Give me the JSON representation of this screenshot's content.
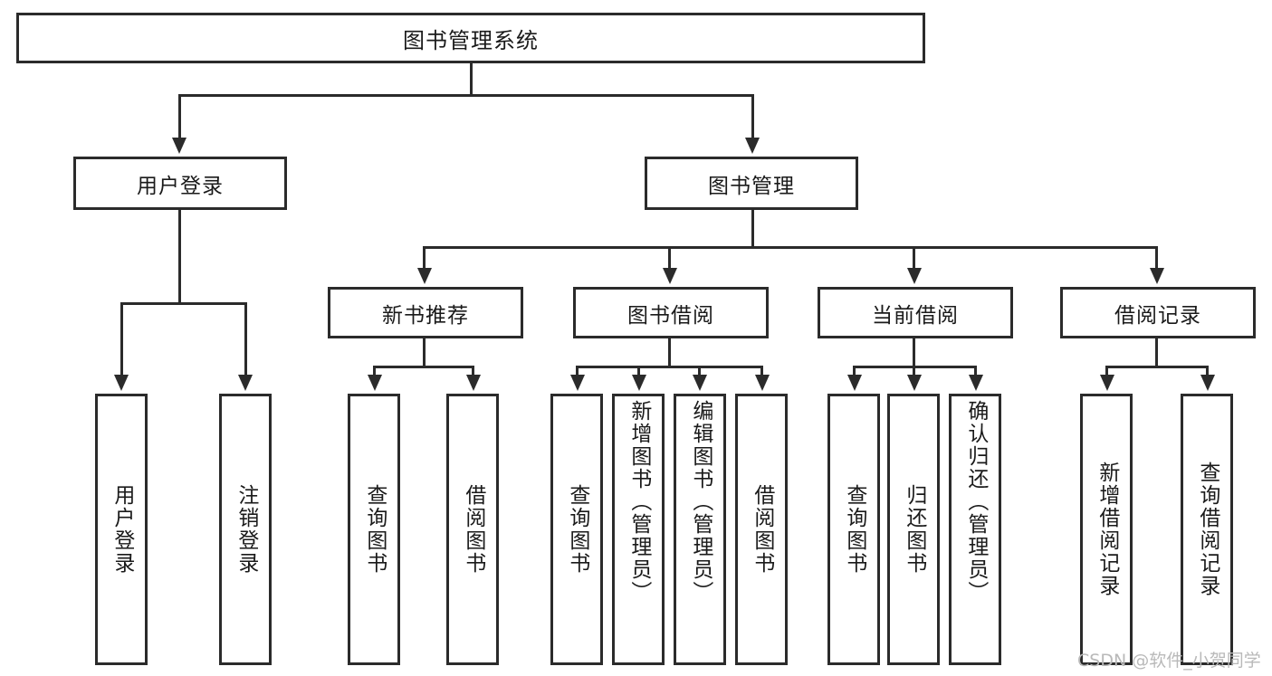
{
  "diagram": {
    "type": "tree-hierarchy",
    "title": "图书管理系统",
    "root": {
      "label": "图书管理系统"
    },
    "level2": [
      {
        "id": "user-login",
        "label": "用户登录"
      },
      {
        "id": "book-management",
        "label": "图书管理"
      }
    ],
    "level3": [
      {
        "id": "new-book-recommend",
        "label": "新书推荐",
        "parent": "book-management"
      },
      {
        "id": "book-borrow",
        "label": "图书借阅",
        "parent": "book-management"
      },
      {
        "id": "current-borrow",
        "label": "当前借阅",
        "parent": "book-management"
      },
      {
        "id": "borrow-record",
        "label": "借阅记录",
        "parent": "book-management"
      }
    ],
    "leaves": [
      {
        "id": "leaf-user-login",
        "label": "用户登录",
        "parent": "user-login"
      },
      {
        "id": "leaf-logout-login",
        "label": "注销登录",
        "parent": "user-login"
      },
      {
        "id": "leaf-query-book-1",
        "label": "查询图书",
        "parent": "new-book-recommend"
      },
      {
        "id": "leaf-borrow-book-1",
        "label": "借阅图书",
        "parent": "new-book-recommend"
      },
      {
        "id": "leaf-query-book-2",
        "label": "查询图书",
        "parent": "book-borrow"
      },
      {
        "id": "leaf-add-book",
        "label": "新增图书（管理员）",
        "parent": "book-borrow"
      },
      {
        "id": "leaf-edit-book",
        "label": "编辑图书（管理员）",
        "parent": "book-borrow"
      },
      {
        "id": "leaf-borrow-book-2",
        "label": "借阅图书",
        "parent": "book-borrow"
      },
      {
        "id": "leaf-query-book-3",
        "label": "查询图书",
        "parent": "current-borrow"
      },
      {
        "id": "leaf-return-book",
        "label": "归还图书",
        "parent": "current-borrow"
      },
      {
        "id": "leaf-confirm-return",
        "label": "确认归还（管理员）",
        "parent": "current-borrow"
      },
      {
        "id": "leaf-add-borrow-record",
        "label": "新增借阅记录",
        "parent": "borrow-record"
      },
      {
        "id": "leaf-query-borrow-record",
        "label": "查询借阅记录",
        "parent": "borrow-record"
      }
    ],
    "colors": {
      "stroke": "#2b2b2b",
      "fill": "#ffffff",
      "text": "#1a1a1a",
      "watermark": "#b9b9b9"
    }
  },
  "watermark": {
    "text": "CSDN @软件_小贺同学"
  }
}
